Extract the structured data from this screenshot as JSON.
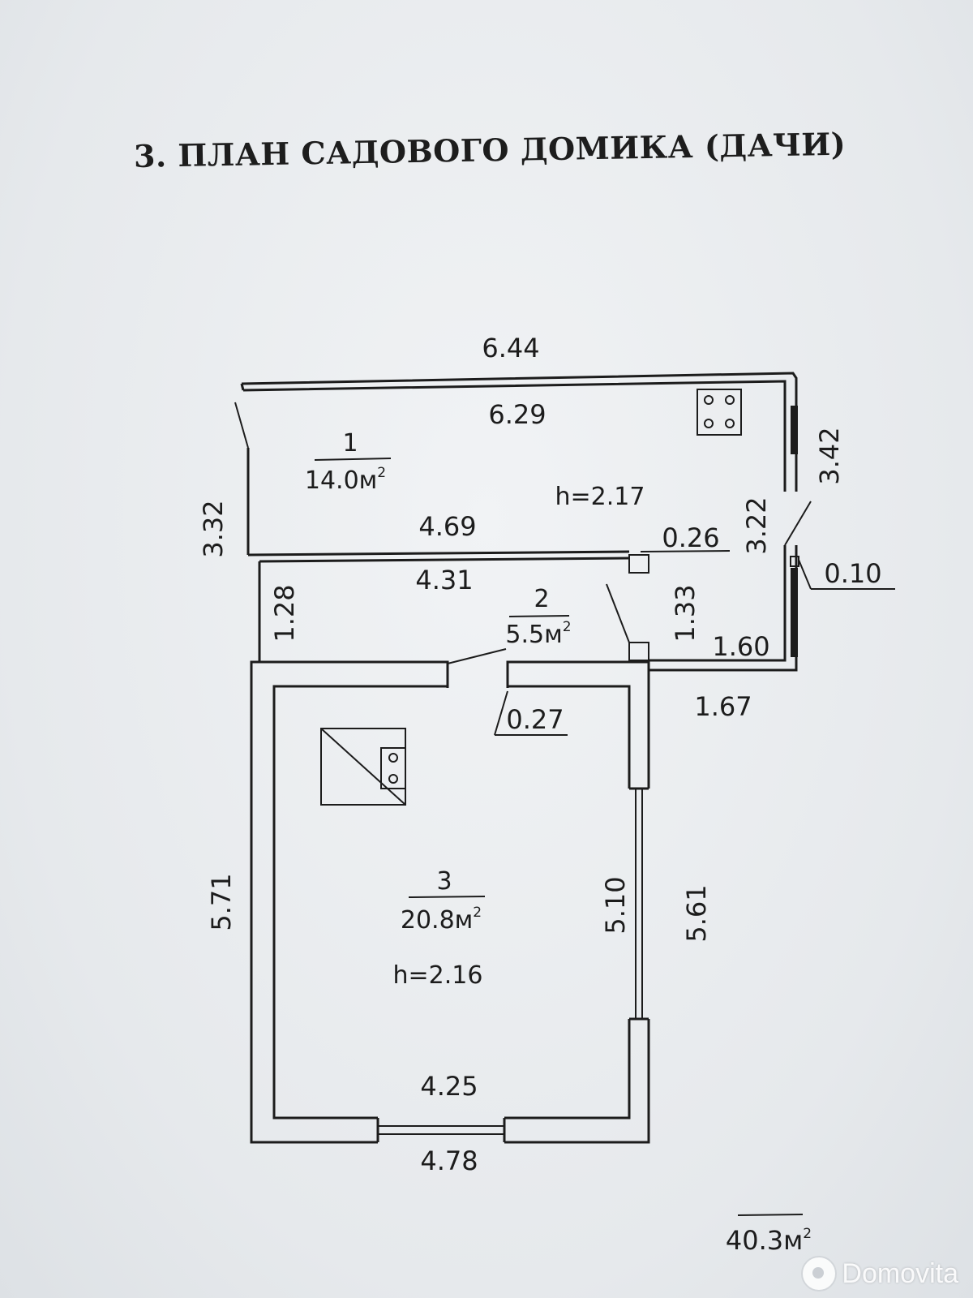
{
  "title": "3. ПЛАН САДОВОГО ДОМИКА (ДАЧИ)",
  "rooms": [
    {
      "number": "1",
      "area": "14.0м",
      "height": "h=2.17"
    },
    {
      "number": "2",
      "area": "5.5м"
    },
    {
      "number": "3",
      "area": "20.8м",
      "height": "h=2.16"
    }
  ],
  "area_superscript": "2",
  "dimensions": {
    "top_outer": "6.44",
    "top_inner": "6.29",
    "right_outer": "3.42",
    "right_inner": "3.22",
    "left_upper": "3.32",
    "room1_bottom": "4.69",
    "partition": "0.26",
    "wall_thickness": "0.10",
    "room2_top": "4.31",
    "room2_left": "1.28",
    "room2_right": "1.33",
    "room2_bottom": "1.60",
    "outer_step": "1.67",
    "door_wall": "0.27",
    "left_lower": "5.71",
    "room3_inner_right": "5.10",
    "right_lower": "5.61",
    "room3_inner_bottom": "4.25",
    "bottom_outer": "4.78"
  },
  "total_area": "40.3м",
  "watermark": "Domovita",
  "colors": {
    "ink": "#1c1c1c",
    "paper": "#eceef0"
  }
}
